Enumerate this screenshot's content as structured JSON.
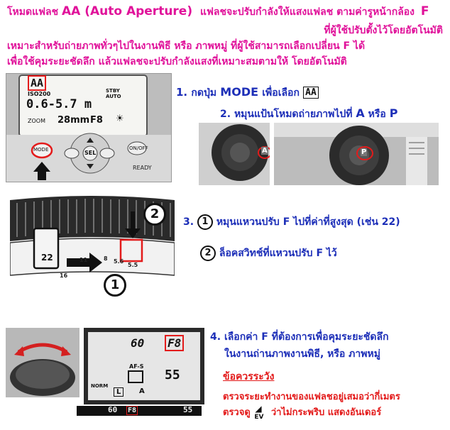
{
  "intro": {
    "line1_prefix": "โหมดแฟลช",
    "line1_mode": "AA (Auto Aperture)",
    "line1_rest": "แฟลชจะปรับกำลังให้แสงแฟลช ตามค่ารูหน้ากล้อง",
    "line1_f": "F",
    "line2": "ที่ผู้ใช้ปรับตั้งไว้โดยอัตโนมัติ",
    "line3": "เหมาะสำหรับถ่ายภาพทั่วๆไปในงานพิธี หรือ ภาพหมู่ ที่ผู้ใช้สามารถเลือกเปลี่ยน F ได้",
    "line4": "เพื่อใช้คุมระยะชัดลึก   แล้วแฟลชจะปรับกำลังแสงที่เหมาะสมตามให้ โดยอัตโนมัติ"
  },
  "steps": {
    "s1_num": "1.",
    "s1_text": "กดปุ่ม",
    "s1_mode": "MODE",
    "s1_text2": "เพื่อเลือก",
    "s1_aa": "AA",
    "s2_num": "2.",
    "s2_text": "หมุนแป้นโหมดถ่ายภาพไปที่",
    "s2_a": "A",
    "s2_or": "หรือ",
    "s2_p": "P",
    "s3_num": "3.",
    "s3_circ": "1",
    "s3_text": "หมุนแหวนปรับ F ไปที่ค่าที่สูงสุด (เช่น 22)",
    "s3b_circ": "2",
    "s3b_text": "ล็อคสวิทช์ที่แหวนปรับ F ไว้",
    "s4_num": "4.",
    "s4_line1": "เลือกค่า F ที่ต้องการเพื่อคุมระยะชัดลึก",
    "s4_line2": "ในงานถ่านภาพงานพิธี, หรือ ภาพหมู่"
  },
  "caution": {
    "title": "ข้อควรระวัง",
    "line1": "ตรวจระยะทำงานของแฟลชอยู่เสมอว่ากี่เมตร",
    "line2_pre": "ตรวจดู",
    "line2_icon": "EV",
    "line2_post": "ว่าไม่กระพริบ แสดงอันเดอร์"
  },
  "flash_lcd": {
    "mode": "AA",
    "iso": "ISO200",
    "range": "0.6-5.7 m",
    "zoom_label": "ZOOM",
    "zoom_value": "28mm",
    "aperture": "F8",
    "stby": "STBY AUTO",
    "btn_mode": "MODE",
    "btn_sel": "SEL",
    "btn_onoff": "ON/OFF",
    "ready": "READY"
  },
  "dials": {
    "left": "A",
    "right": "P"
  },
  "lens": {
    "aperture": "22",
    "scale": [
      "16",
      "11",
      "8",
      "5.6",
      "5.5"
    ],
    "callout1": "1",
    "callout2": "2"
  },
  "camera_lcd": {
    "shutter": "60",
    "aperture": "F8",
    "frames": "55",
    "af": "AF-S",
    "norm": "NORM",
    "size": "L",
    "quality": "A",
    "vf_shutter": "60",
    "vf_aperture": "F8",
    "vf_frames": "55"
  }
}
